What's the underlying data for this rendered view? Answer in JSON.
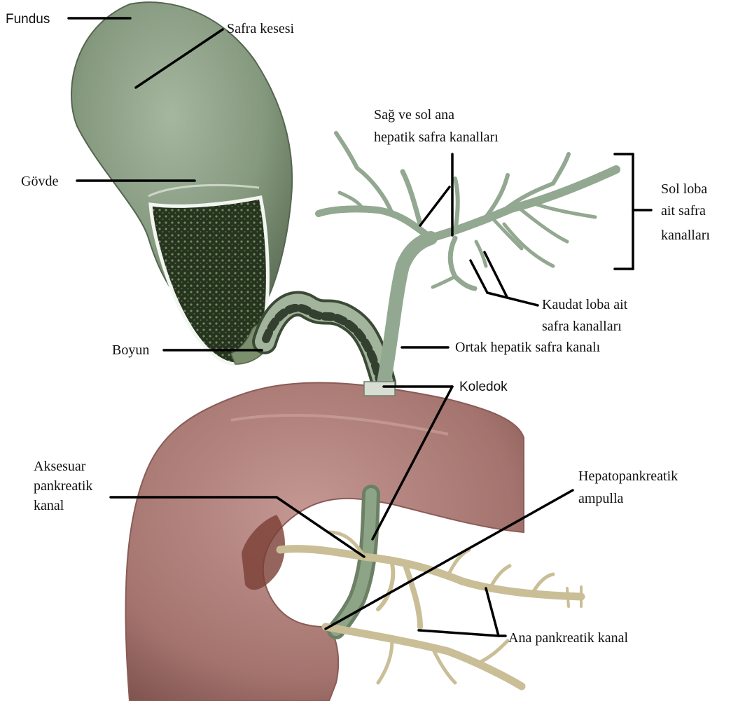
{
  "labels": {
    "fundus": "Fundus",
    "safra_kesesi": "Safra kesesi",
    "hepatik_1": "Sağ ve sol ana",
    "hepatik_2": "hepatik safra kanalları",
    "sol_loba_1": "Sol loba",
    "sol_loba_2": "ait safra",
    "sol_loba_3": "kanalları",
    "govde": "Gövde",
    "kaudat_1": "Kaudat loba ait",
    "kaudat_2": "safra kanalları",
    "boyun": "Boyun",
    "ortak_hepatik": "Ortak hepatik safra kanalı",
    "koledok": "Koledok",
    "aksesuar_1": "Aksesuar",
    "aksesuar_2": "pankreatik",
    "aksesuar_3": "kanal",
    "hepatopankreatik_1": "Hepatopankreatik",
    "hepatopankreatik_2": "ampulla",
    "ana_pankreatik": "Ana pankreatik kanal"
  },
  "colors": {
    "gallbladder": "#8a9e84",
    "gallbladder_dark": "#2c3a26",
    "bile_duct": "#93a890",
    "duodenum": "#a4736e",
    "pancreatic_duct": "#cabe97"
  }
}
